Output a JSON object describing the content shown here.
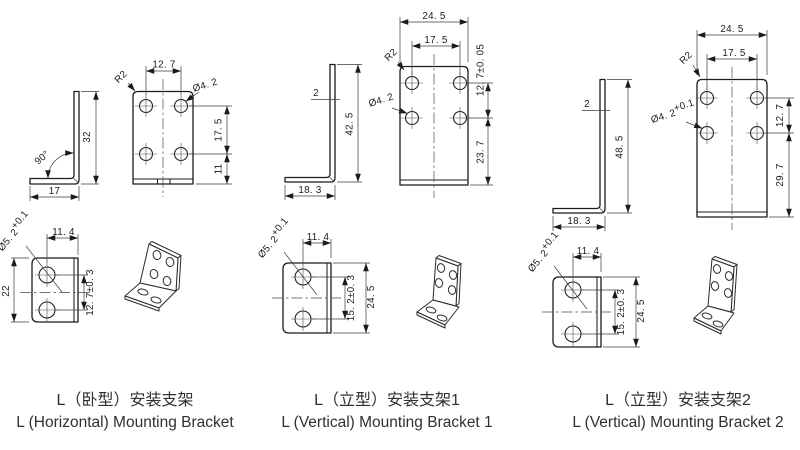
{
  "figure": {
    "background": "#ffffff",
    "line_color": "#1b1b1b"
  },
  "brackets": [
    {
      "caption_zh": "L（卧型）安装支架",
      "caption_en": "L (Horizontal) Mounting Bracket",
      "side": {
        "angle": "90°",
        "height": "32",
        "base": "17"
      },
      "front": {
        "hole_pitch_x": "12. 7",
        "corner_radius": "R2",
        "hole_dia": "Ø4. 2",
        "hole_dia_tol": "",
        "hole_pitch_y": "17. 5",
        "bottom_offset": "11"
      },
      "flat": {
        "hole_dia": "Ø5. 2",
        "hole_dia_tol": "+0.1",
        "edge_to_hole": "11. 4",
        "height": "22",
        "hole_pitch": "12. 7±0. 3"
      }
    },
    {
      "caption_zh": "L（立型）安装支架1",
      "caption_en": "L (Vertical) Mounting Bracket 1",
      "side": {
        "thickness": "2",
        "height": "42. 5",
        "base": "18. 3"
      },
      "front": {
        "width": "24. 5",
        "hole_pitch_x": "17. 5",
        "corner_radius": "R2",
        "hole_dia": "Ø4. 2",
        "hole_dia_tol": "",
        "hole_pitch_y": "12. 7±0. 05",
        "bottom_offset": "23. 7"
      },
      "flat": {
        "hole_dia": "Ø5. 2",
        "hole_dia_tol": "+0.1",
        "edge_to_hole": "11. 4",
        "height": "24. 5",
        "hole_pitch": "15. 2±0. 3"
      }
    },
    {
      "caption_zh": "L（立型）安装支架2",
      "caption_en": "L (Vertical) Mounting Bracket 2",
      "side": {
        "thickness": "2",
        "height": "48. 5",
        "base": "18. 3"
      },
      "front": {
        "width": "24. 5",
        "hole_pitch_x": "17. 5",
        "corner_radius": "R2",
        "hole_dia": "Ø4. 2",
        "hole_dia_tol": "+0.1",
        "hole_pitch_y": "12. 7",
        "bottom_offset": "29. 7"
      },
      "flat": {
        "hole_dia": "Ø5. 2",
        "hole_dia_tol": "+0.1",
        "edge_to_hole": "11. 4",
        "height": "24. 5",
        "hole_pitch": "15. 2±0. 3"
      }
    }
  ]
}
